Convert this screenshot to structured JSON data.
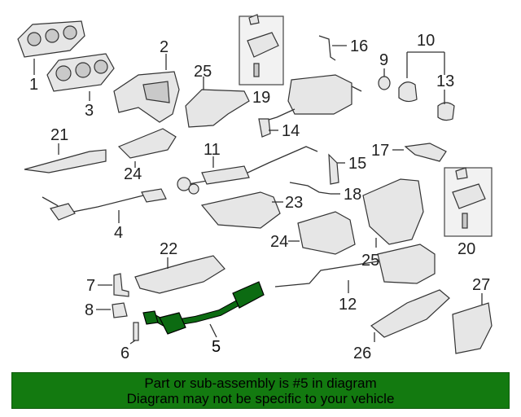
{
  "diagram": {
    "highlighted_part": "5",
    "callouts": [
      "1",
      "2",
      "3",
      "4",
      "5",
      "6",
      "7",
      "8",
      "9",
      "10",
      "11",
      "12",
      "13",
      "14",
      "15",
      "16",
      "17",
      "18",
      "19",
      "20",
      "21",
      "22",
      "23",
      "24",
      "24",
      "25",
      "25",
      "26",
      "27"
    ],
    "colors": {
      "highlight": "#0c6b12",
      "banner": "#137a10"
    }
  },
  "banner": {
    "line1": "Part or sub-assembly is #5 in diagram",
    "line2": "Diagram may not be specific to your vehicle"
  }
}
